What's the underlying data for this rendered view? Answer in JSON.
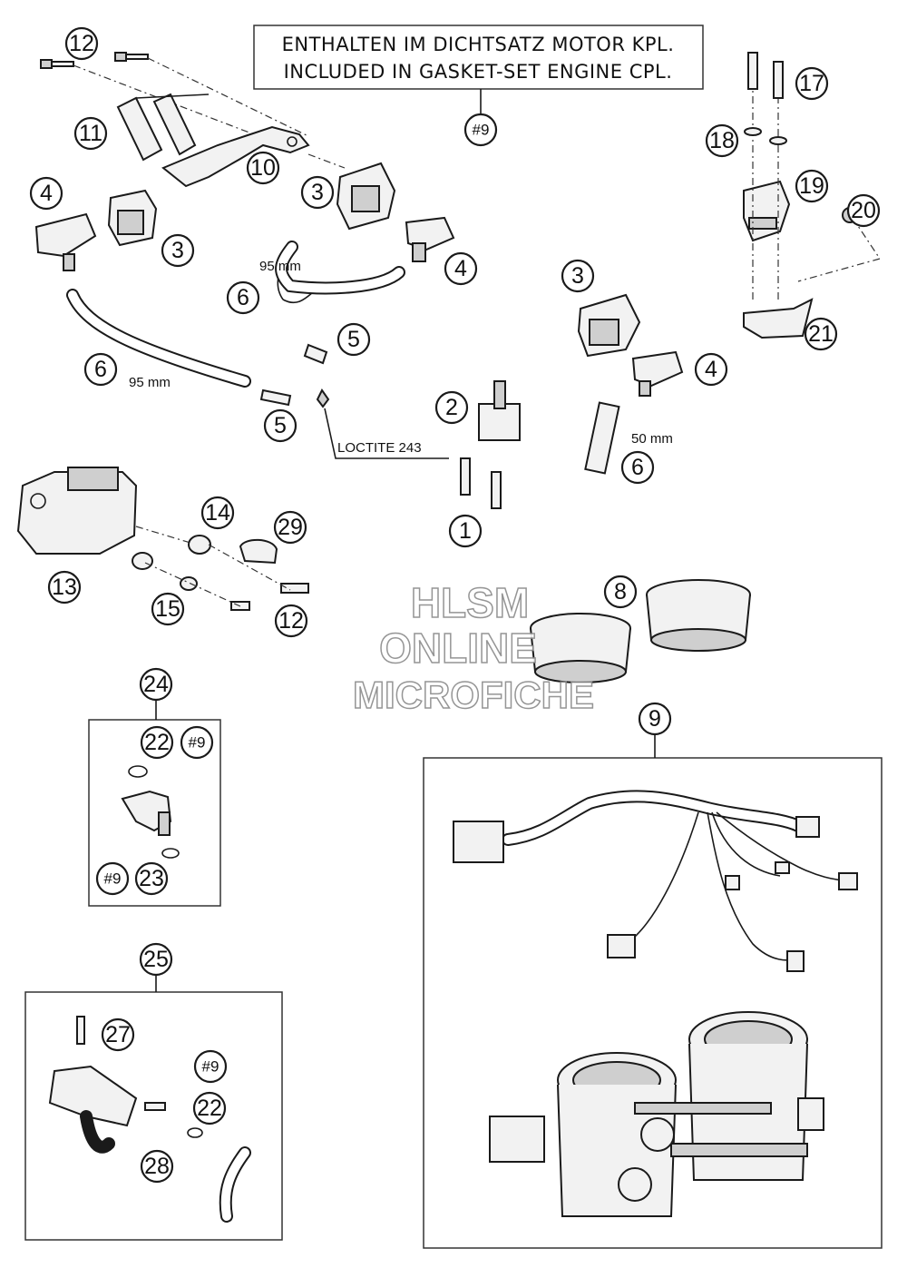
{
  "note": {
    "line1": "ENTHALTEN IM DICHTSATZ MOTOR KPL.",
    "line2": "INCLUDED IN GASKET-SET ENGINE CPL."
  },
  "dimensions": {
    "hose_left": "95 mm",
    "hose_center": "95 mm",
    "hose_right": "50 mm"
  },
  "loctite_label": "LOCTITE 243",
  "watermark": {
    "line1": "HLSM",
    "line2": "ONLINE",
    "line3": "MICROFICHE"
  },
  "callouts": {
    "c12a": "12",
    "c11": "11",
    "c10": "10",
    "c9ref_top": "#9",
    "c17": "17",
    "c18": "18",
    "c19": "19",
    "c20": "20",
    "c21": "21",
    "c4a": "4",
    "c3a": "3",
    "c3b": "3",
    "c4b": "4",
    "c6a": "6",
    "c5a": "5",
    "c6b": "6",
    "c5b": "5",
    "c3c": "3",
    "c4c": "4",
    "c2": "2",
    "c6c": "6",
    "c1": "1",
    "c14": "14",
    "c29": "29",
    "c13": "13",
    "c15": "15",
    "c12b": "12",
    "c8": "8",
    "c24": "24",
    "c22a": "22",
    "c9ref_a": "#9",
    "c9ref_b": "#9",
    "c23": "23",
    "c9": "9",
    "c25": "25",
    "c27": "27",
    "c9ref_c": "#9",
    "c22b": "22",
    "c28": "28"
  }
}
